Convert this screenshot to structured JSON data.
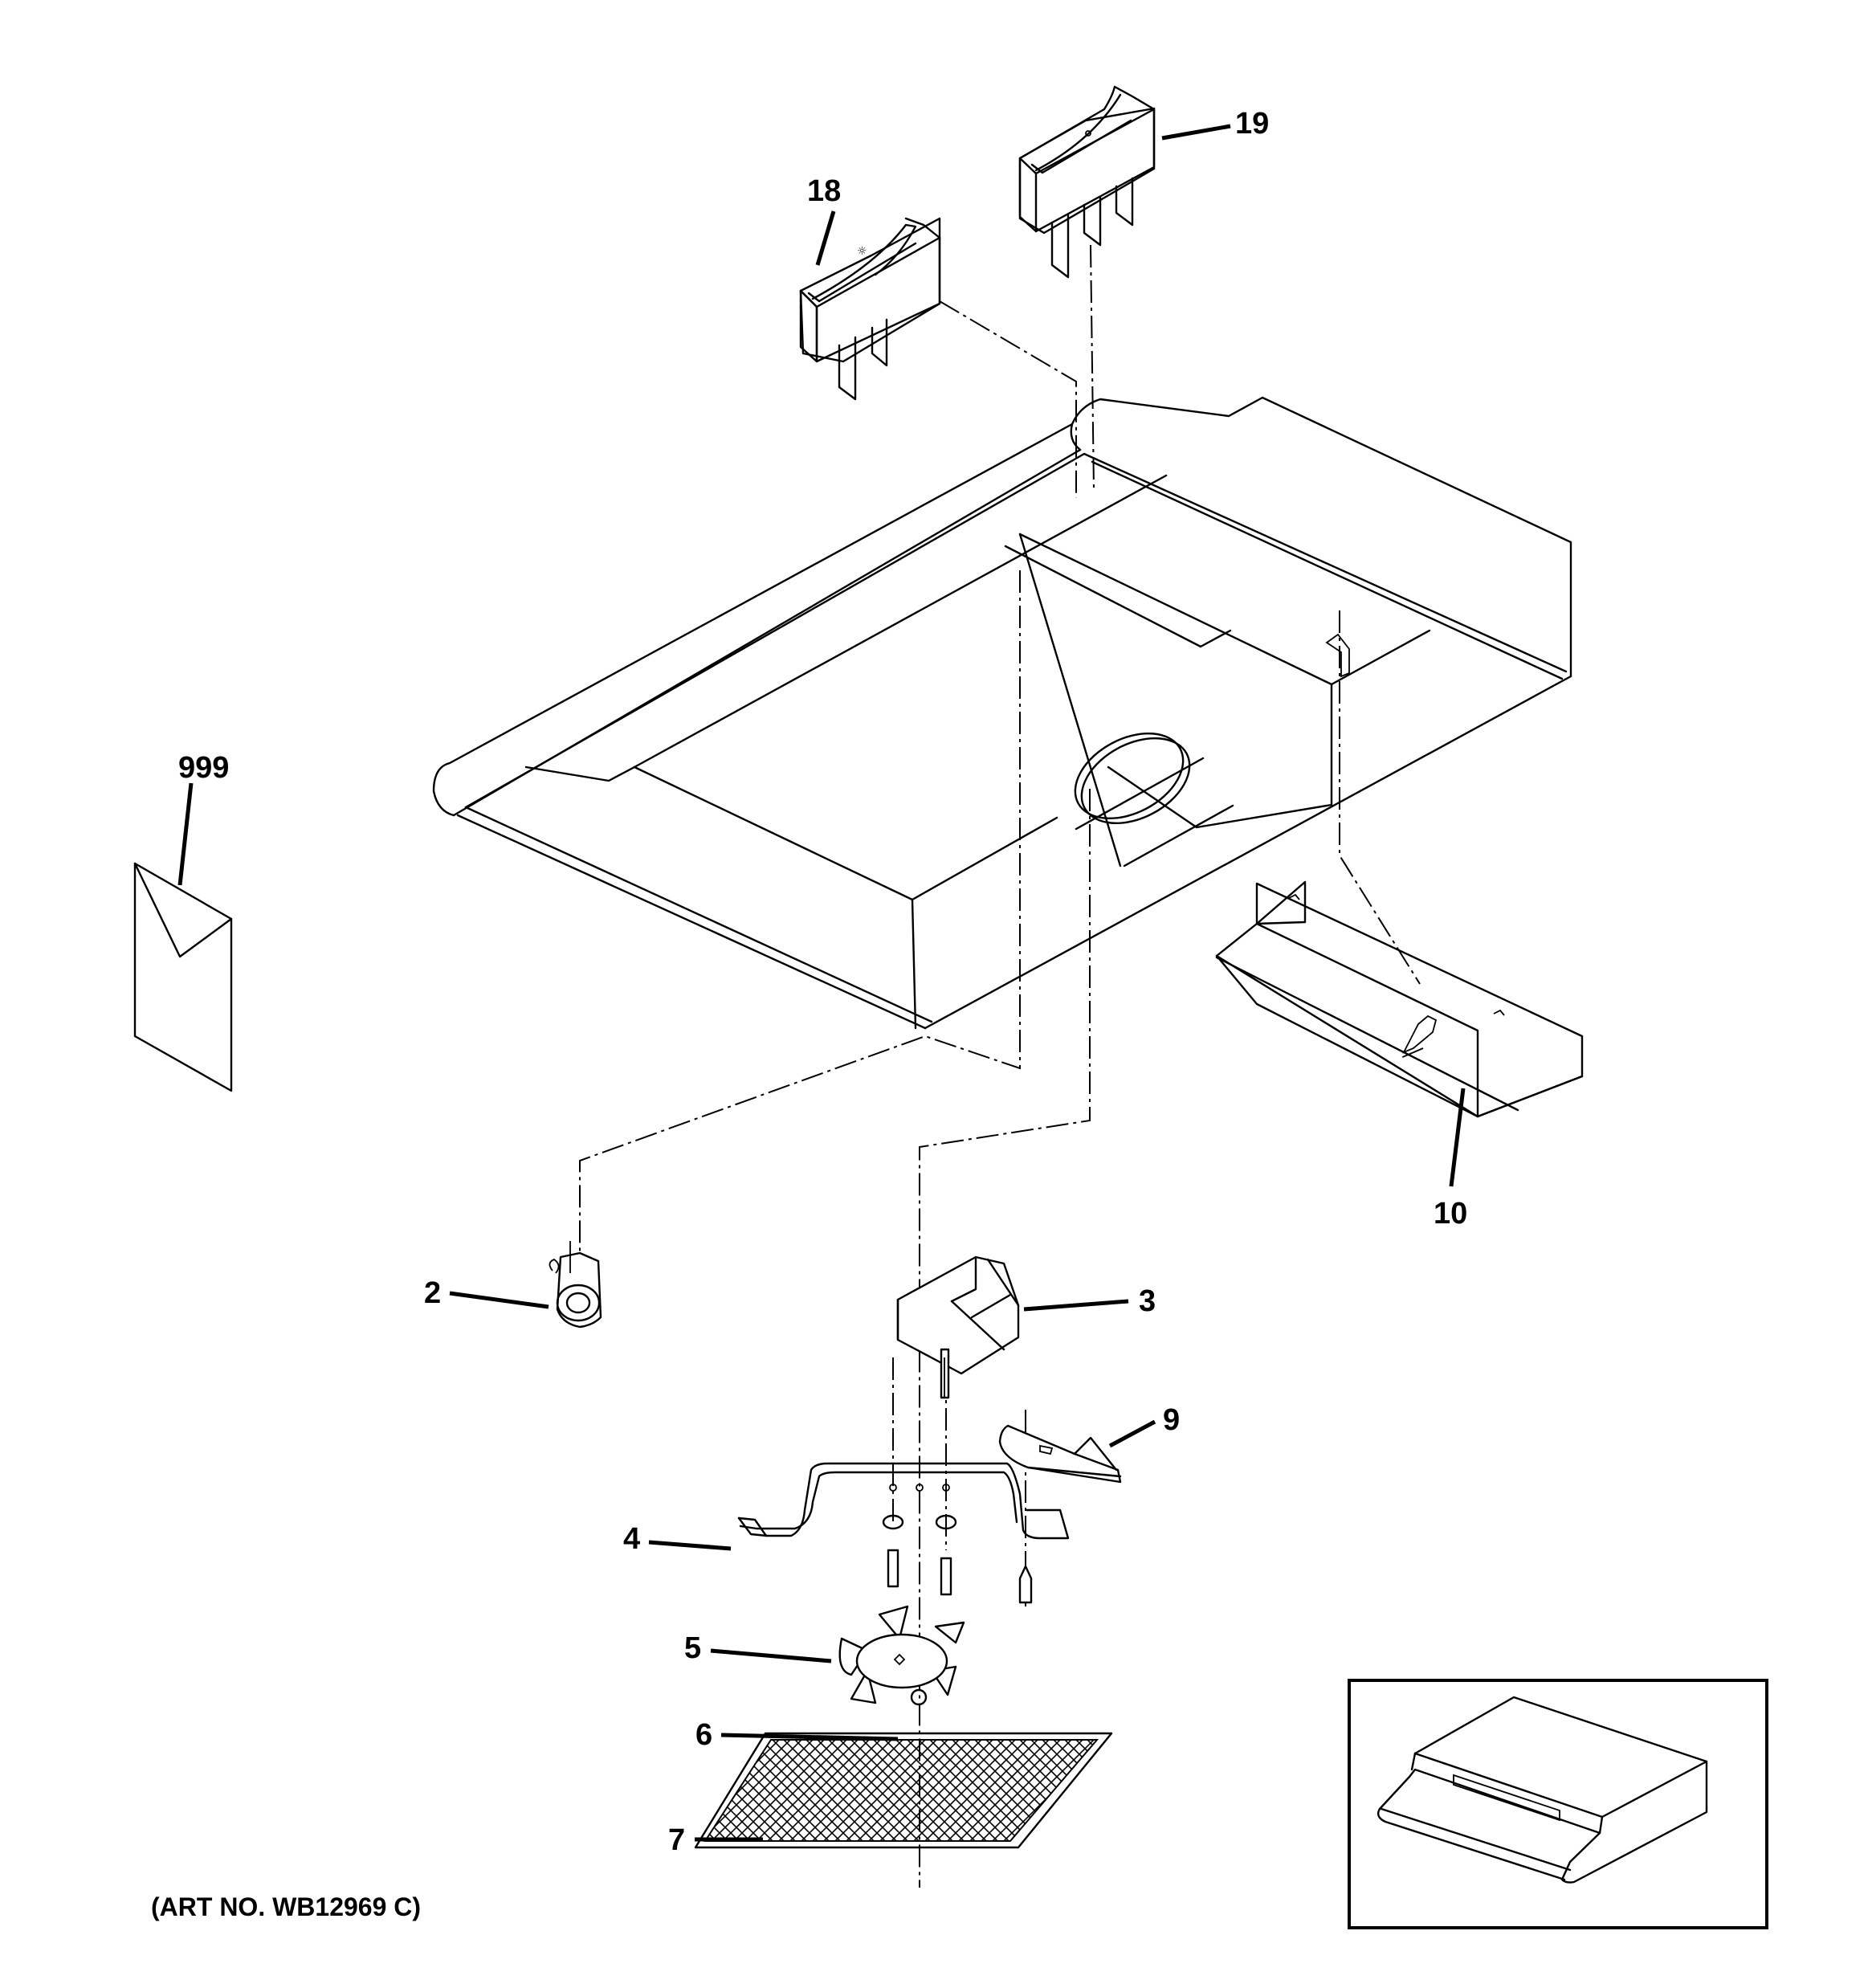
{
  "diagram": {
    "title": "Range hood exploded parts diagram",
    "art_number": "(ART NO. WB12969 C)",
    "stroke_color": "#000000",
    "background_color": "#ffffff",
    "callouts": [
      {
        "id": "2",
        "part": "lamp socket"
      },
      {
        "id": "3",
        "part": "motor"
      },
      {
        "id": "4",
        "part": "motor bracket"
      },
      {
        "id": "5",
        "part": "fan blade"
      },
      {
        "id": "6",
        "part": "push nut"
      },
      {
        "id": "7",
        "part": "grease filter"
      },
      {
        "id": "9",
        "part": "filter clip"
      },
      {
        "id": "10",
        "part": "light lens cover"
      },
      {
        "id": "18",
        "part": "light switch"
      },
      {
        "id": "19",
        "part": "fan switch"
      },
      {
        "id": "999",
        "part": "literature envelope"
      }
    ],
    "inset": {
      "label": "assembled hood view"
    }
  }
}
